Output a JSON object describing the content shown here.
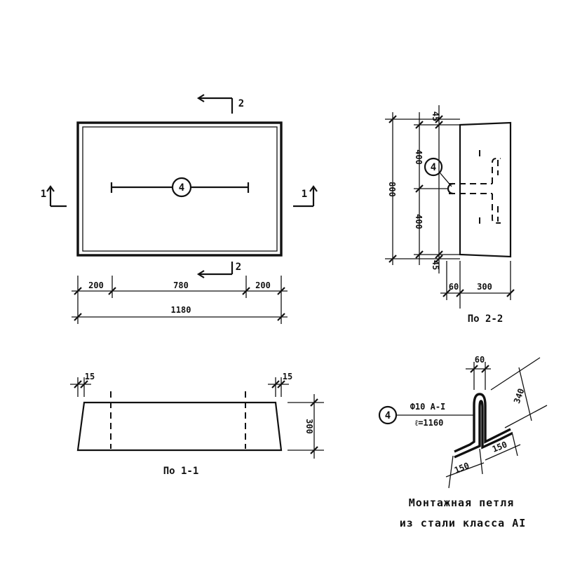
{
  "plan": {
    "section_mark_top": "2",
    "section_mark_bottom": "2",
    "section_mark_left": "1",
    "section_mark_right": "1",
    "position_callout": "4",
    "dims": {
      "left_edge": "200",
      "middle": "780",
      "right_edge": "200",
      "overall": "1180"
    }
  },
  "section_2_2": {
    "position_callout": "4",
    "dims": {
      "top_edge": "45",
      "upper": "400",
      "overall": "800",
      "lower": "400",
      "bottom_edge": "45",
      "offset": "60",
      "depth": "300"
    },
    "title": "По 2-2"
  },
  "section_1_1": {
    "dims": {
      "left_edge": "15",
      "right_edge": "15",
      "height": "300"
    },
    "title": "По 1-1"
  },
  "loop_detail": {
    "position_callout": "4",
    "spec_line_1": "Ф10 А-I",
    "spec_line_2": "ℓ=1160",
    "dims": {
      "top_width": "60",
      "height": "340",
      "left_leg": "150",
      "right_leg": "150"
    },
    "caption_line_1": "Монтажная петля",
    "caption_line_2": "из стали класса АI"
  }
}
